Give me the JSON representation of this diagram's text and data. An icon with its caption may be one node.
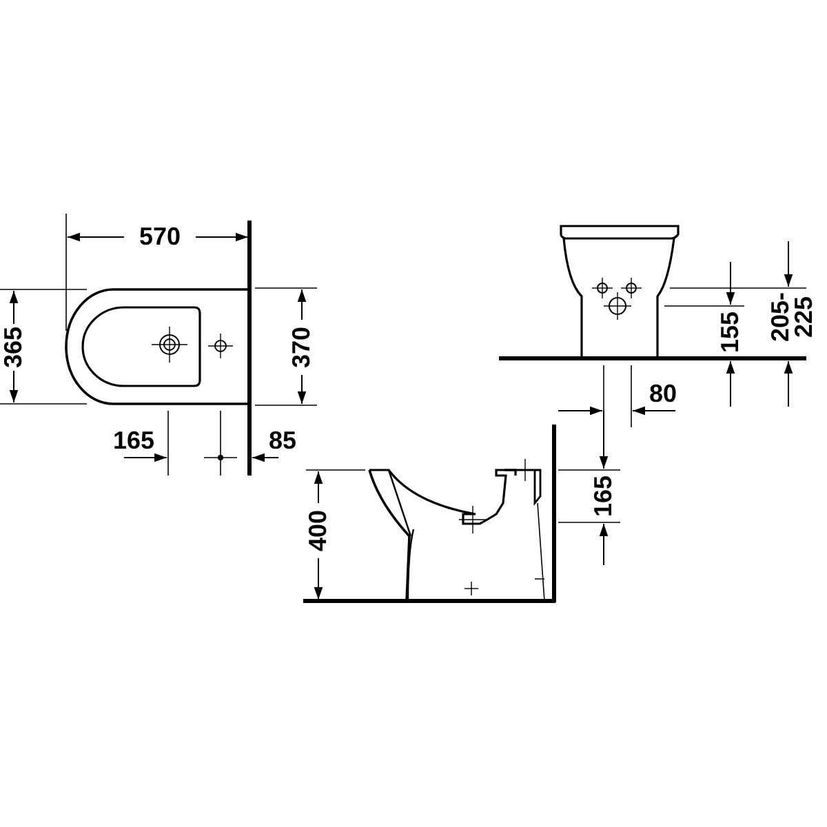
{
  "diagram": {
    "labels": [
      "570",
      "365",
      "370",
      "165",
      "85",
      "155",
      "205-225",
      "80",
      "400",
      "165"
    ]
  }
}
